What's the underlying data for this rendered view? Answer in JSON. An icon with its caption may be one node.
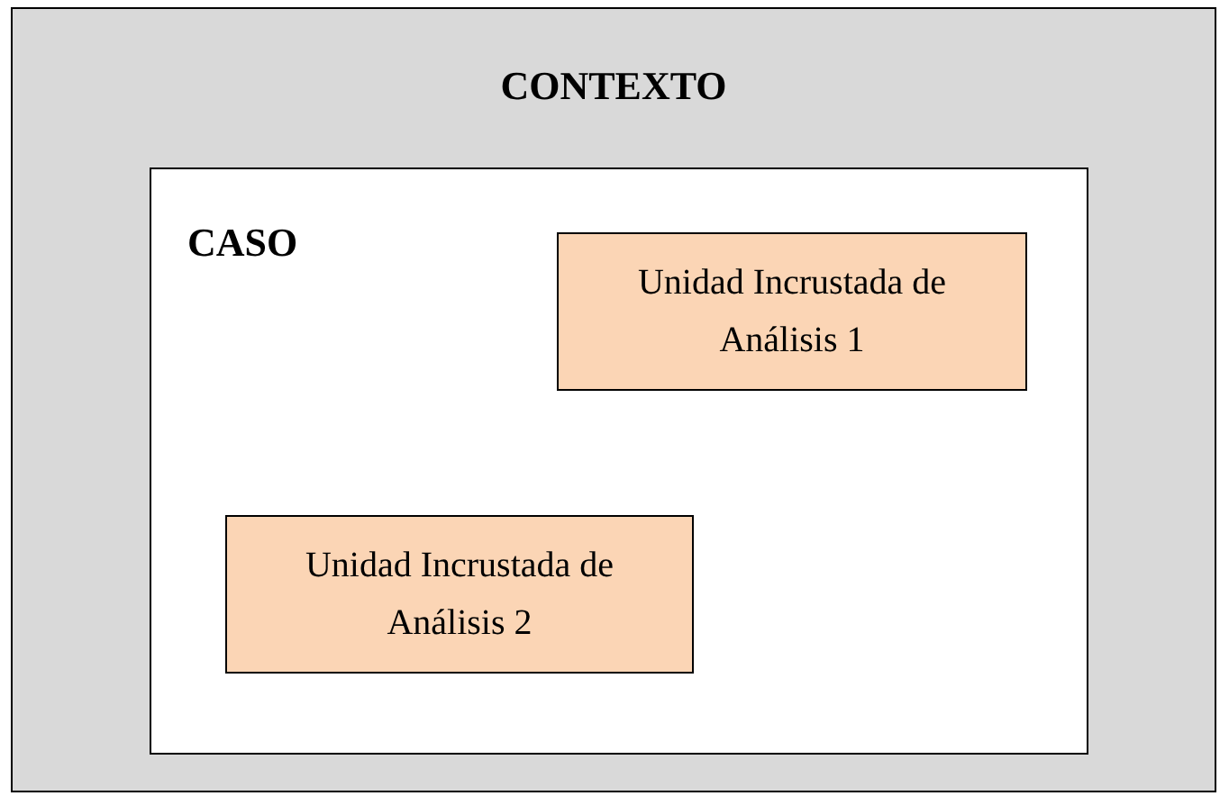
{
  "diagram": {
    "nodes": [
      {
        "text": [
          "CONTEXTO"
        ]
      },
      {
        "text": [
          "CASO"
        ],
        "in": 0
      },
      {
        "text": [
          "Unidad Incrustada de Análisis 1"
        ],
        "in": 1
      },
      {
        "text": [
          "Unidad Incrustada de Análisis 2"
        ],
        "in": 1
      }
    ]
  }
}
